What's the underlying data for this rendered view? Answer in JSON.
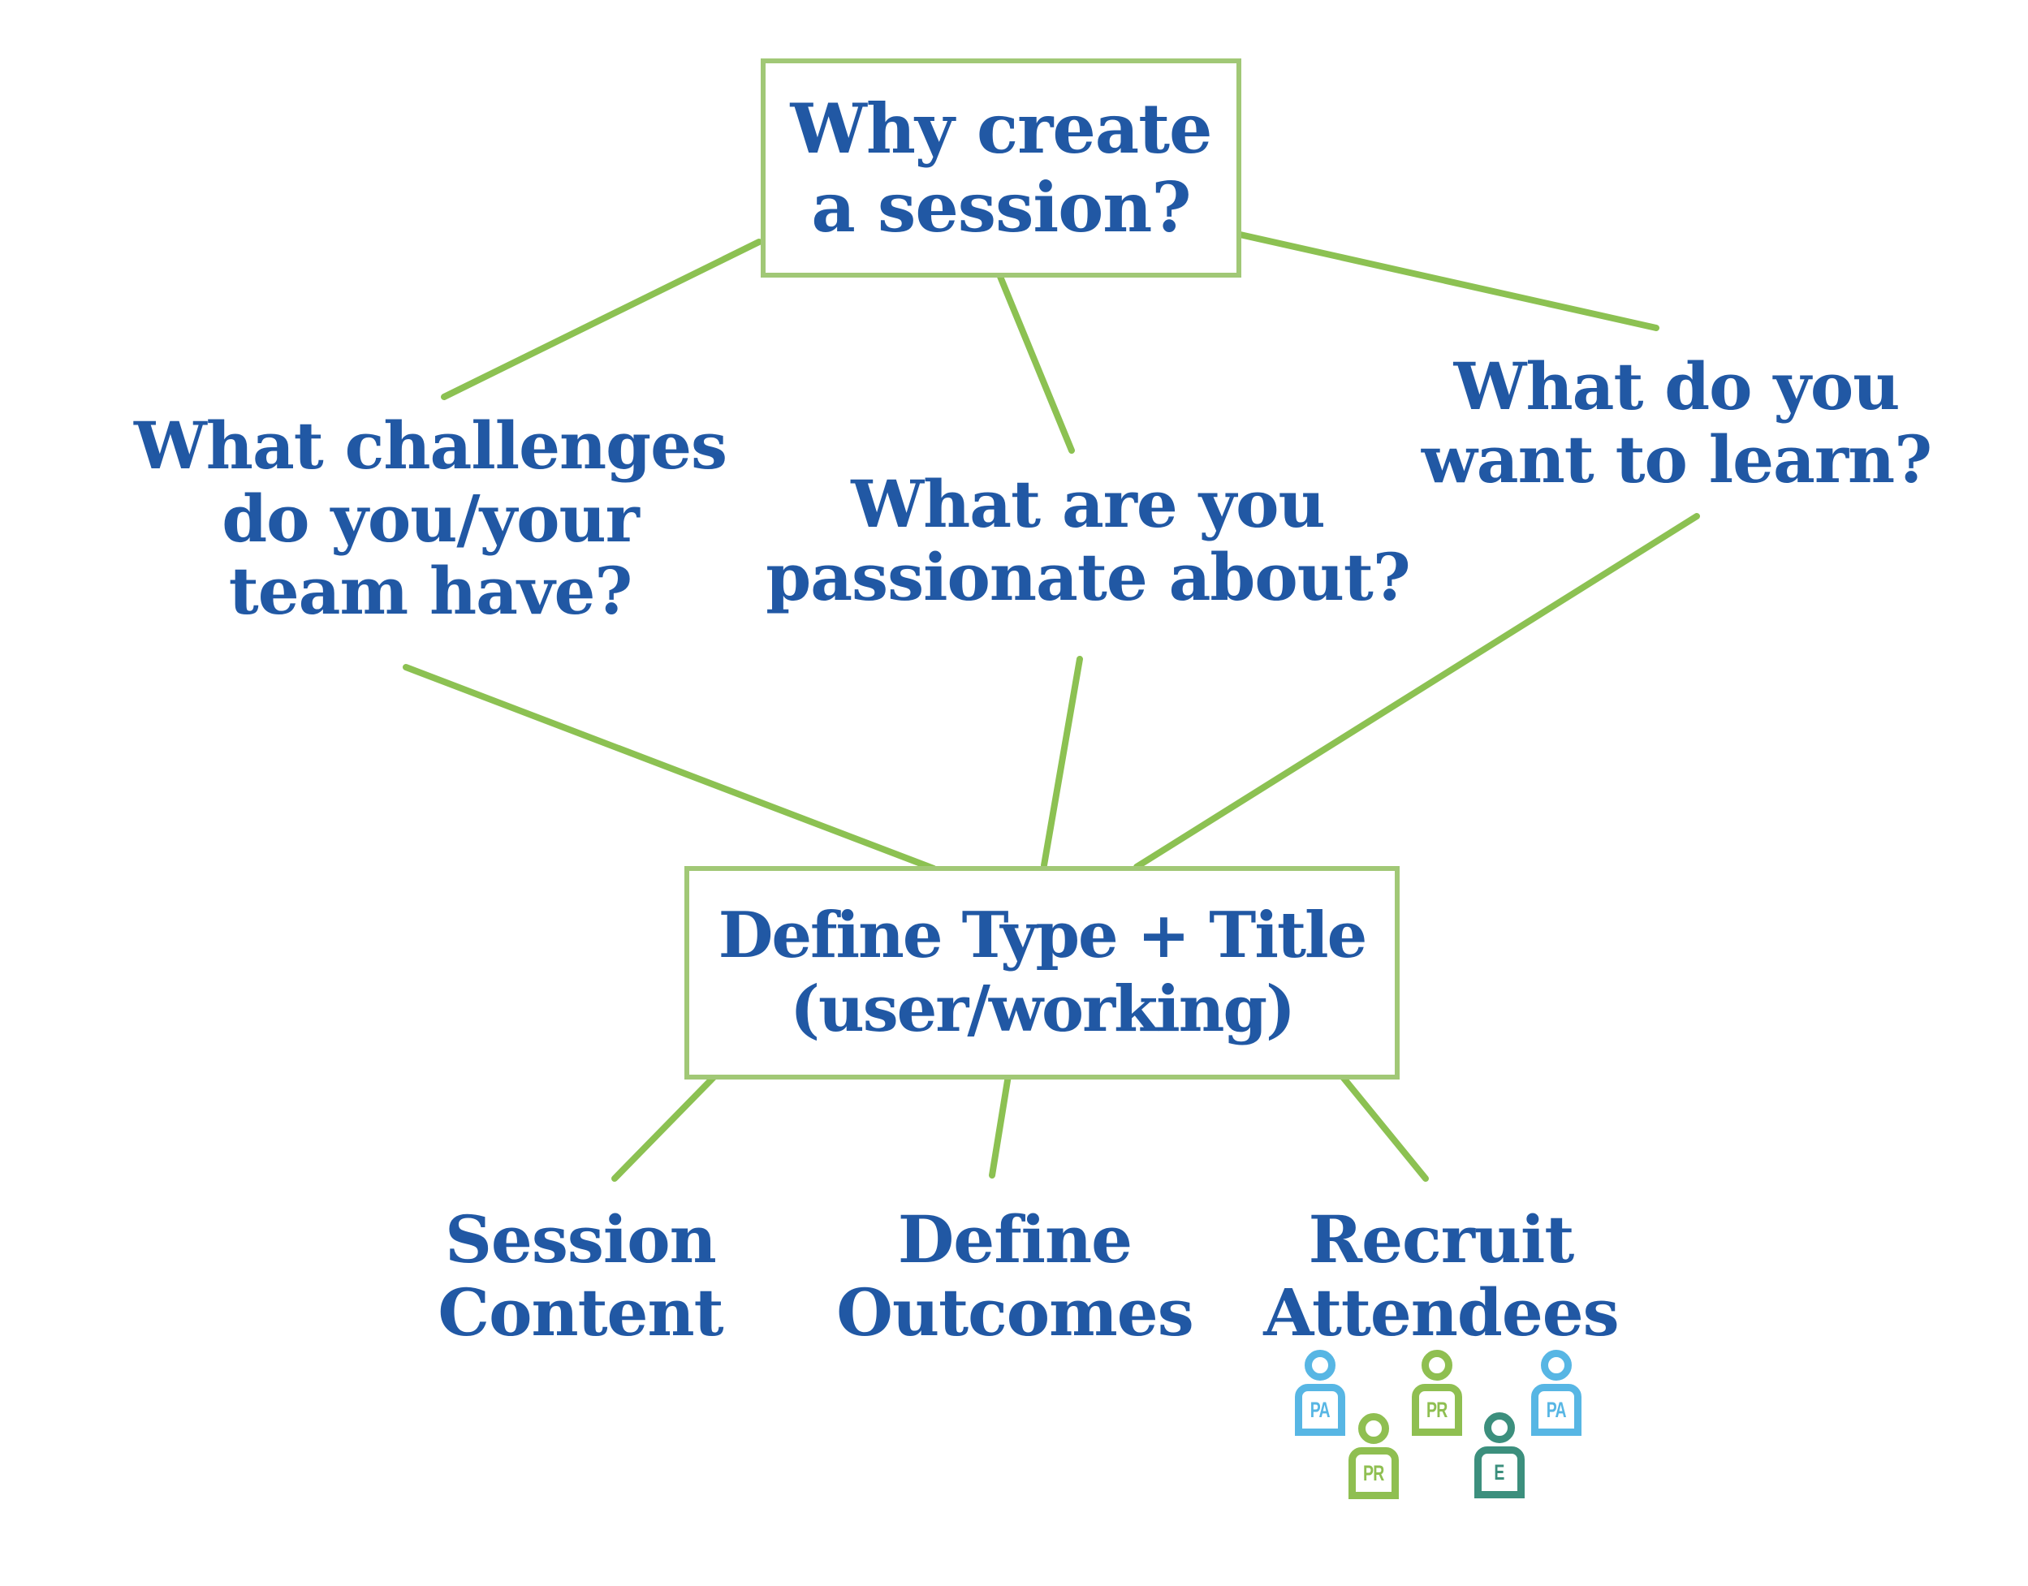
{
  "colors": {
    "text_blue": "#2158a4",
    "line_green": "#8cc152",
    "box_green": "#a1c876",
    "person_blue": "#57b6e4",
    "person_green": "#8fbf51",
    "person_teal": "#3c8f7d"
  },
  "diagram": {
    "root_box": {
      "label": "Why create\na session?"
    },
    "questions": {
      "challenges": {
        "label": "What challenges\ndo you/your\nteam have?"
      },
      "passionate": {
        "label": "What are you\npassionate about?"
      },
      "learn": {
        "label": "What do you\nwant to learn?"
      }
    },
    "define_box": {
      "label": "Define Type + Title\n(user/working)"
    },
    "outputs": {
      "content": {
        "label": "Session\nContent"
      },
      "outcomes": {
        "label": "Define\nOutcomes"
      },
      "recruit": {
        "label": "Recruit\nAttendees"
      }
    },
    "attendees": [
      {
        "label": "PA",
        "color_key": "person_blue"
      },
      {
        "label": "PR",
        "color_key": "person_green"
      },
      {
        "label": "PR",
        "color_key": "person_green"
      },
      {
        "label": "E",
        "color_key": "person_teal"
      },
      {
        "label": "PA",
        "color_key": "person_blue"
      }
    ],
    "connectors": [
      [
        935,
        298,
        547,
        489
      ],
      [
        1228,
        331,
        1320,
        555
      ],
      [
        1514,
        286,
        2040,
        404
      ],
      [
        500,
        822,
        1150,
        1070
      ],
      [
        1330,
        812,
        1286,
        1066
      ],
      [
        2090,
        636,
        1400,
        1068
      ],
      [
        890,
        1316,
        757,
        1452
      ],
      [
        1243,
        1319,
        1222,
        1448
      ],
      [
        1645,
        1316,
        1756,
        1452
      ]
    ]
  }
}
